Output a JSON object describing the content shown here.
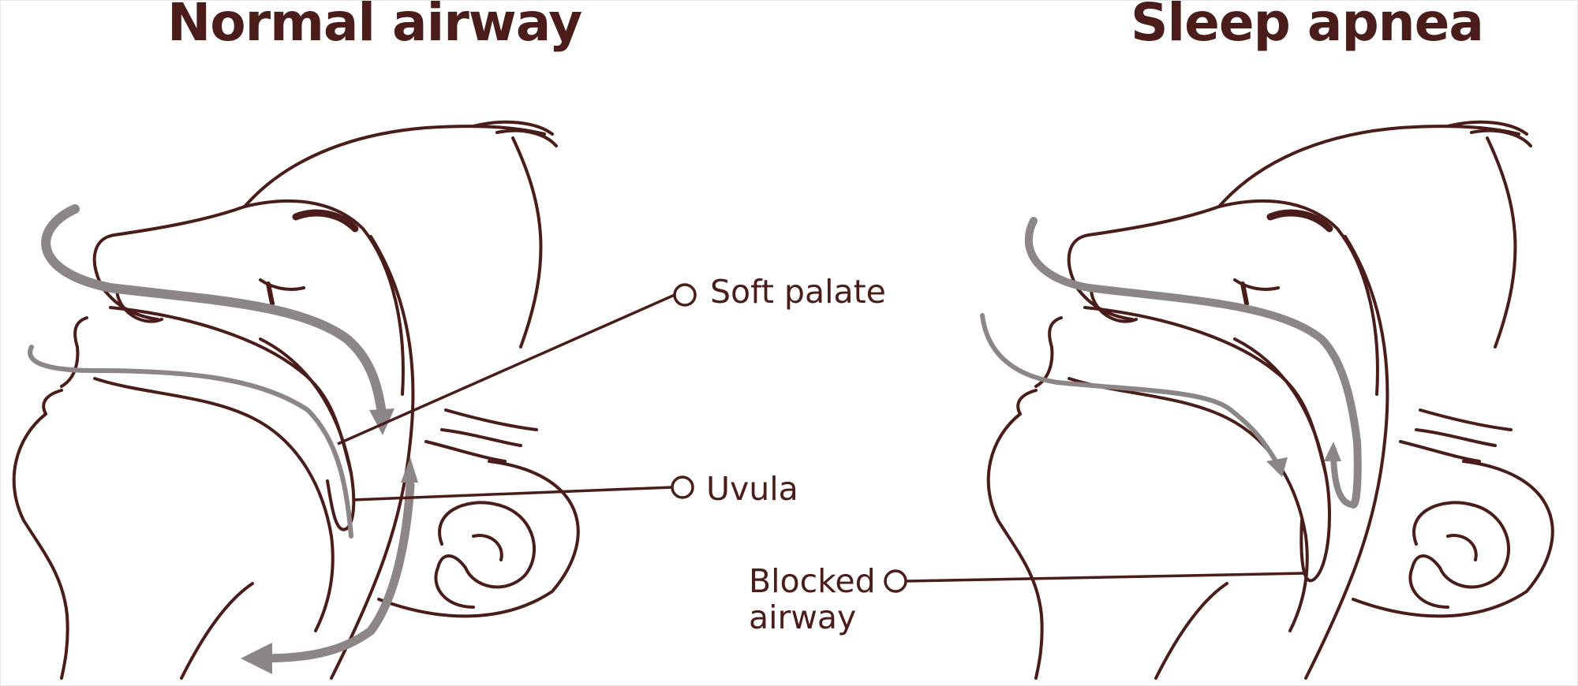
{
  "colors": {
    "line": "#4a1c1a",
    "airflow": "#8c8687",
    "background": "#ffffff"
  },
  "titles": {
    "normal": "Normal airway",
    "apnea": "Sleep apnea"
  },
  "labels": {
    "soft_palate": "Soft palate",
    "uvula": "Uvula",
    "blocked_line1": "Blocked",
    "blocked_line2": "airway"
  }
}
